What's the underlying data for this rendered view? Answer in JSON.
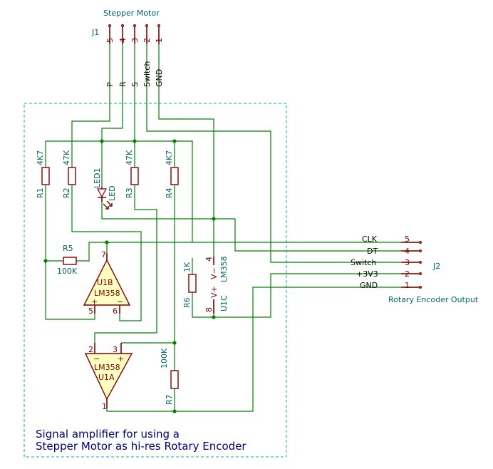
{
  "j1": {
    "ref": "J1",
    "value": "Stepper Motor",
    "pins": [
      {
        "num": "5",
        "label": "P"
      },
      {
        "num": "4",
        "label": "R"
      },
      {
        "num": "3",
        "label": "S"
      },
      {
        "num": "2",
        "label": "Switch"
      },
      {
        "num": "1",
        "label": "GND"
      }
    ]
  },
  "j2": {
    "ref": "J2",
    "value": "Rotary Encoder Output",
    "pins": [
      {
        "num": "5",
        "label": "CLK"
      },
      {
        "num": "4",
        "label": "DT"
      },
      {
        "num": "3",
        "label": "Switch"
      },
      {
        "num": "2",
        "label": "+3V3"
      },
      {
        "num": "1",
        "label": "GND"
      }
    ]
  },
  "resistors": {
    "r1": {
      "ref": "R1",
      "value": "4K7"
    },
    "r2": {
      "ref": "R2",
      "value": "47K"
    },
    "r3": {
      "ref": "R3",
      "value": "47K"
    },
    "r4": {
      "ref": "R4",
      "value": "4K7"
    },
    "r5": {
      "ref": "R5",
      "value": "100K"
    },
    "r6": {
      "ref": "R6",
      "value": "1K"
    },
    "r7": {
      "ref": "R7",
      "value": "100K"
    }
  },
  "led": {
    "ref": "LED1",
    "value": "LED"
  },
  "opamps": {
    "u1b": {
      "ref": "U1B",
      "value": "LM358",
      "pin_out": "7",
      "pin_plus": "5",
      "pin_minus": "6",
      "plus_sign": "+",
      "minus_sign": "−"
    },
    "u1a": {
      "ref": "U1A",
      "value": "LM358",
      "pin_out": "1",
      "pin_plus": "3",
      "pin_minus": "2",
      "plus_sign": "+",
      "minus_sign": "−"
    },
    "u1c": {
      "ref": "U1C",
      "value": "LM358",
      "vplus_label": "V+",
      "vplus_pin": "8",
      "vminus_label": "V−",
      "vminus_pin": "4"
    }
  },
  "note": {
    "line1": "Signal amplifier for using a",
    "line2": "Stepper Motor as hi-res Rotary Encoder"
  }
}
